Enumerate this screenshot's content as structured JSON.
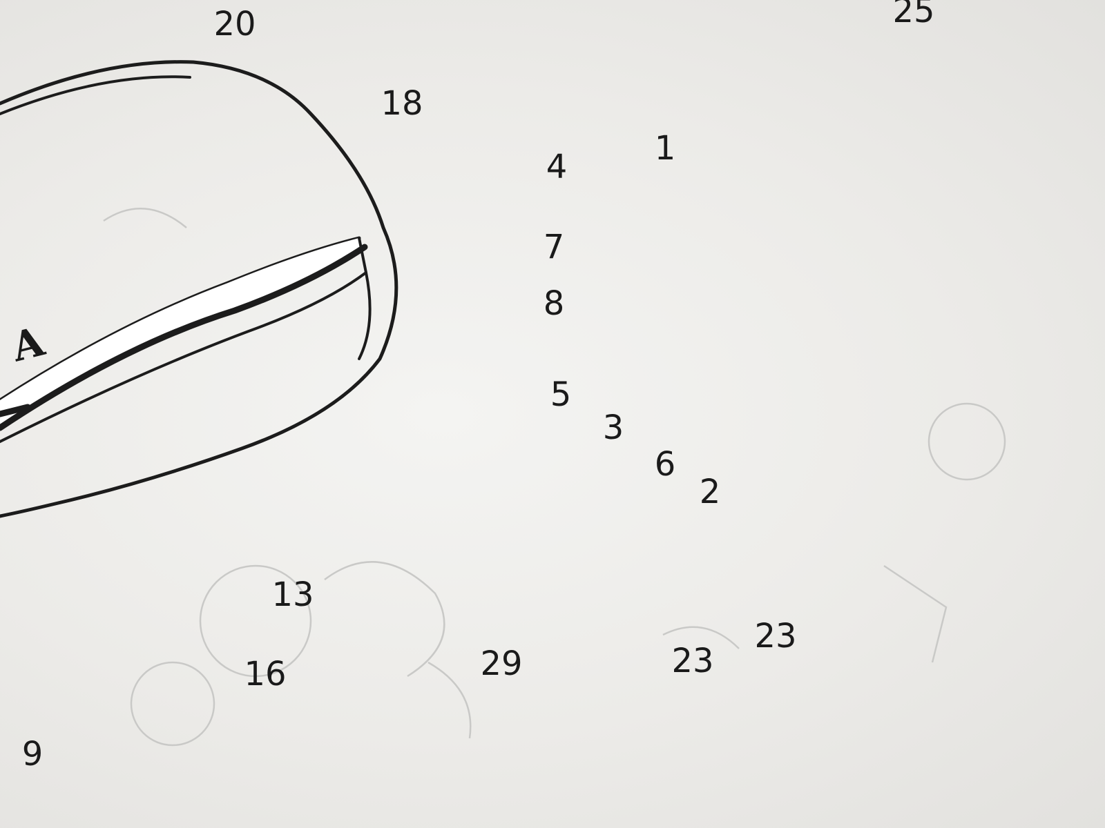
{
  "diagram": {
    "tank_mark": "A",
    "labels": {
      "l1": "1",
      "l2": "2",
      "l3": "3",
      "l4": "4",
      "l5": "5",
      "l6": "6",
      "l7": "7",
      "l8": "8",
      "l9": "9",
      "l13": "13",
      "l16": "16",
      "l18": "18",
      "l20": "20",
      "l23a": "23",
      "l23b": "23",
      "l25": "25",
      "l29": "29"
    }
  }
}
